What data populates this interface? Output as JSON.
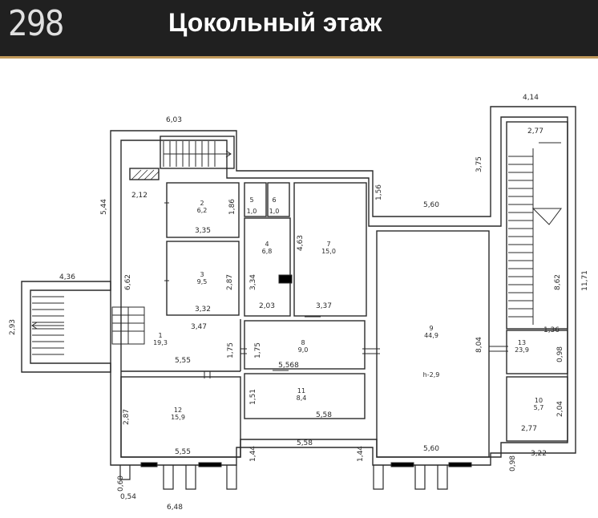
{
  "header": {
    "page_number": "298",
    "title": "Цокольный этаж"
  },
  "colors": {
    "header_bg": "#202020",
    "accent": "#c19a5b",
    "line": "#2a2a2a"
  },
  "rooms": [
    {
      "id": "r1",
      "num": "1",
      "area": "19,3"
    },
    {
      "id": "r2",
      "num": "2",
      "area": "6,2"
    },
    {
      "id": "r3",
      "num": "3",
      "area": "9,5"
    },
    {
      "id": "r4",
      "num": "4",
      "area": "6,8"
    },
    {
      "id": "r5",
      "num": "5",
      "area": "1,0"
    },
    {
      "id": "r6",
      "num": "6",
      "area": "1,0"
    },
    {
      "id": "r7",
      "num": "7",
      "area": "15,0"
    },
    {
      "id": "r8",
      "num": "8",
      "area": "9,0"
    },
    {
      "id": "r9",
      "num": "9",
      "area": "44,9",
      "height": "h-2,9"
    },
    {
      "id": "r10",
      "num": "10",
      "area": "5,7"
    },
    {
      "id": "r11",
      "num": "11",
      "area": "8,4"
    },
    {
      "id": "r12",
      "num": "12",
      "area": "15,9"
    },
    {
      "id": "r13",
      "num": "13",
      "area": "23,9"
    }
  ],
  "dimensions": {
    "d_603": "6,03",
    "d_414": "4,14",
    "d_375": "3,75",
    "d_277a": "2,77",
    "d_544": "5,44",
    "d_212": "2,12",
    "d_186": "1,86",
    "d_156": "1,56",
    "d_560a": "5,60",
    "d_335": "3,35",
    "d_463": "4,63",
    "d_436": "4,36",
    "d_662": "6,62",
    "d_287a": "2,87",
    "d_334": "3,34",
    "d_862": "8,62",
    "d_1171": "11,71",
    "d_293": "2,93",
    "d_332": "3,32",
    "d_203": "2,03",
    "d_337": "3,37",
    "d_347": "3,47",
    "d_804": "8,04",
    "d_136": "1,36",
    "d_175a": "1,75",
    "d_175b": "1,75",
    "d_098": "0,98",
    "d_555a": "5,55",
    "d_5568": "5,568",
    "d_151": "1,51",
    "d_204": "2,04",
    "d_287b": "2,87",
    "d_558a": "5,58",
    "d_277b": "2,77",
    "d_555b": "5,55",
    "d_144a": "1,44",
    "d_558b": "5,58",
    "d_144b": "1,44",
    "d_560b": "5,60",
    "d_098b": "0,98",
    "d_322": "3,22",
    "d_060": "0,60",
    "d_054": "0,54",
    "d_648": "6,48"
  }
}
